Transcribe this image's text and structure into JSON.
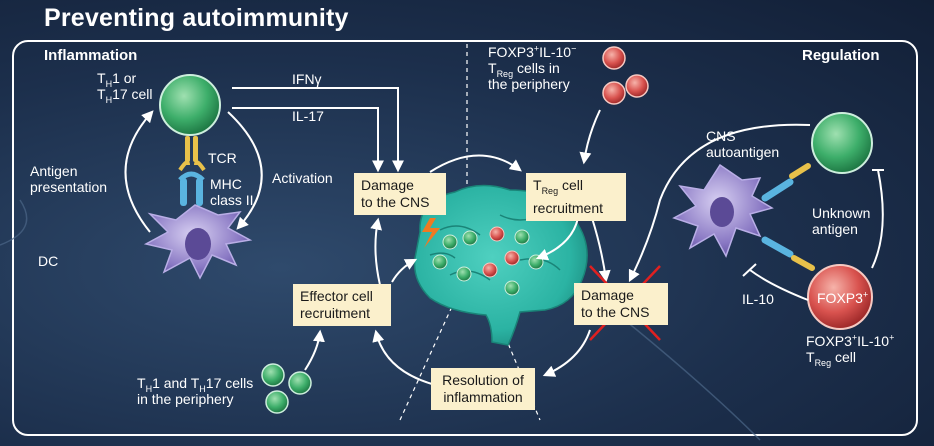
{
  "title": "Preventing autoimmunity",
  "sections": {
    "left": "Inflammation",
    "right": "Regulation"
  },
  "left": {
    "th_cell": {
      "line1": "T",
      "sub1": "H",
      "mid1": "1 or",
      "line2": "T",
      "sub2": "H",
      "mid2": "17 cell"
    },
    "ifng": "IFNγ",
    "il17": "IL-17",
    "tcr": "TCR",
    "mhc": "MHC",
    "mhc2": "class II",
    "antigen": "Antigen",
    "presentation": "presentation",
    "activation": "Activation",
    "dc": "DC",
    "periphery": {
      "a": "T",
      "asub": "H",
      "b": "1 and T",
      "bsub": "H",
      "c": "17 cells",
      "line2": "in the periphery"
    }
  },
  "boxes": {
    "damage_left": [
      "Damage",
      "to the CNS"
    ],
    "effector": [
      "Effector cell",
      "recruitment"
    ],
    "resolution": [
      "Resolution of",
      "inflammation"
    ],
    "treg_recruit": {
      "a": "T",
      "sub": "Reg",
      "b": " cell",
      "line2": "recruitment"
    },
    "damage_right": [
      "Damage",
      "to the CNS"
    ]
  },
  "right": {
    "foxp3_top": {
      "a": "FOXP3",
      "sup1": "+",
      "b": "IL-10",
      "sup2": "−",
      "line2a": "T",
      "line2sub": "Reg",
      "line2b": " cells in",
      "line3": "the periphery"
    },
    "cns": "CNS",
    "autoantigen": "autoantigen",
    "unknown": "Unknown",
    "antigen": "antigen",
    "il10": "IL-10",
    "foxp3_label": {
      "a": "FOXP3",
      "sup": "+"
    },
    "foxp3_cell": {
      "a": "FOXP3",
      "sup1": "+",
      "b": "IL-10",
      "sup2": "+",
      "line2a": "T",
      "line2sub": "Reg",
      "line2b": " cell"
    }
  },
  "colors": {
    "background": "#1c2f4c",
    "box_fill": "#fbf0cc",
    "brain": "#2bb3a3",
    "green_cell": "#3dae6a",
    "red_cell": "#d9534f",
    "dc_purple": "#8a79c4",
    "cross_red": "#e02020"
  }
}
